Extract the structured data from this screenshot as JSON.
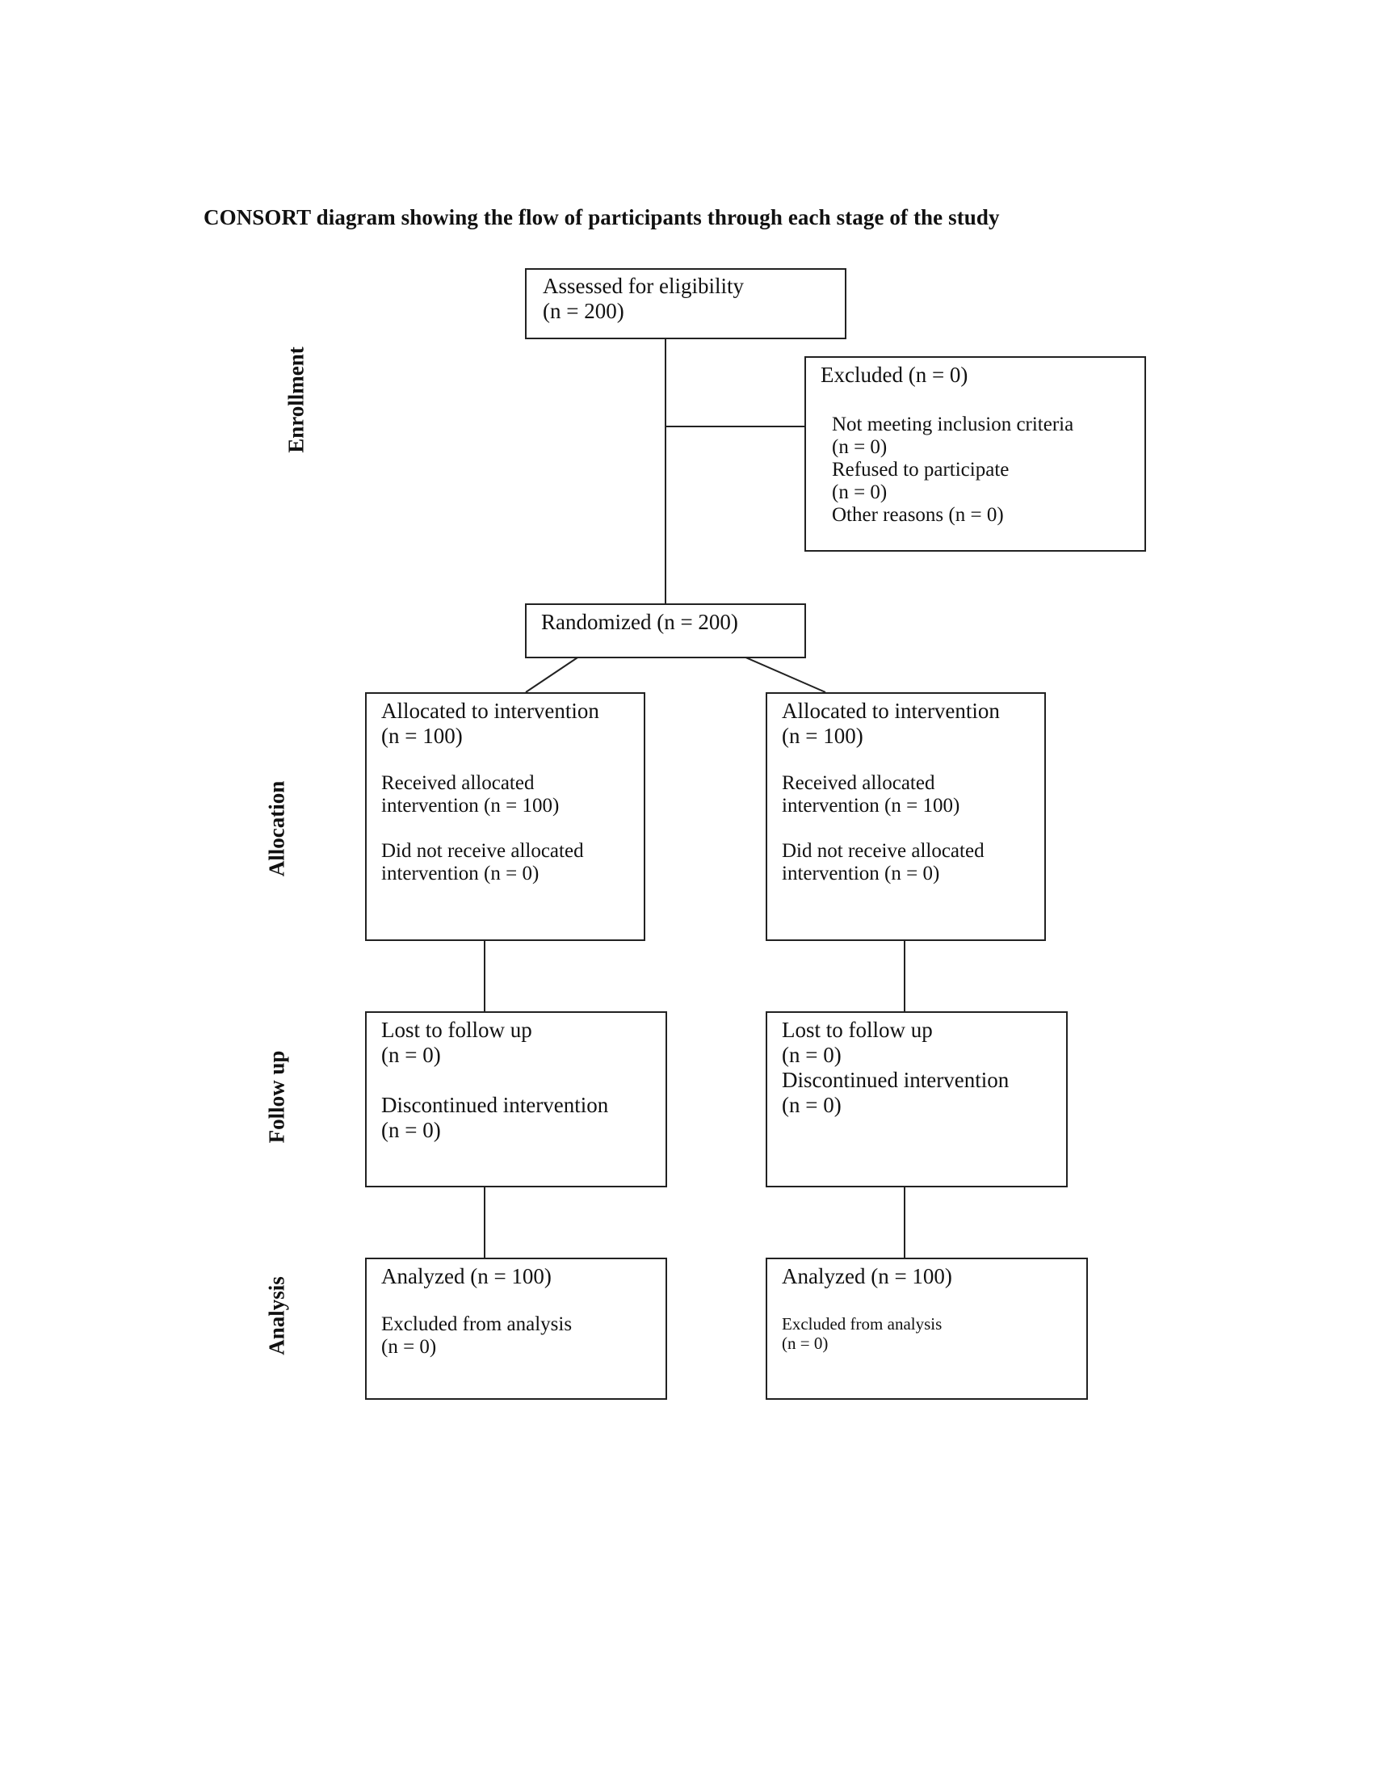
{
  "title": "CONSORT diagram showing the flow of participants through each stage of the study",
  "stages": {
    "enrollment": "Enrollment",
    "allocation": "Allocation",
    "followup": "Follow up",
    "analysis": "Analysis"
  },
  "assessed": {
    "line1": "Assessed for eligibility",
    "line2": " (n = 200)"
  },
  "excluded": {
    "heading": "Excluded (n = 0)",
    "not_meeting": "Not meeting inclusion criteria",
    "not_meeting_n": " (n = 0)",
    "refused": "Refused to participate",
    "refused_n": " (n = 0)",
    "other": "Other reasons (n = 0)"
  },
  "randomized": "Randomized (n = 200)",
  "allocation": {
    "left": {
      "line1": "Allocated to intervention",
      "line2": "(n = 100)",
      "received1": "Received allocated",
      "received2": "intervention (n = 100)",
      "notreceived1": "Did not receive allocated",
      "notreceived2": "intervention (n = 0)"
    },
    "right": {
      "line1": "Allocated to intervention",
      "line2": "(n = 100)",
      "received1": "Received allocated",
      "received2": "intervention (n = 100)",
      "notreceived1": "Did not receive allocated",
      "notreceived2": "intervention (n = 0)"
    }
  },
  "followup": {
    "left": {
      "lost": "Lost to follow up",
      "lost_n": "(n = 0)",
      "disc": "Discontinued intervention",
      "disc_n": "(n = 0)"
    },
    "right": {
      "lost": "Lost to follow up",
      "lost_n": "(n = 0)",
      "disc": "Discontinued intervention",
      "disc_n": "(n = 0)"
    }
  },
  "analysis": {
    "left": {
      "analyzed": "Analyzed (n = 100)",
      "excluded": "Excluded from analysis",
      "excluded_n": " (n = 0)"
    },
    "right": {
      "analyzed": "Analyzed (n = 100)",
      "excluded": "Excluded from analysis",
      "excluded_n": "(n = 0)"
    }
  }
}
